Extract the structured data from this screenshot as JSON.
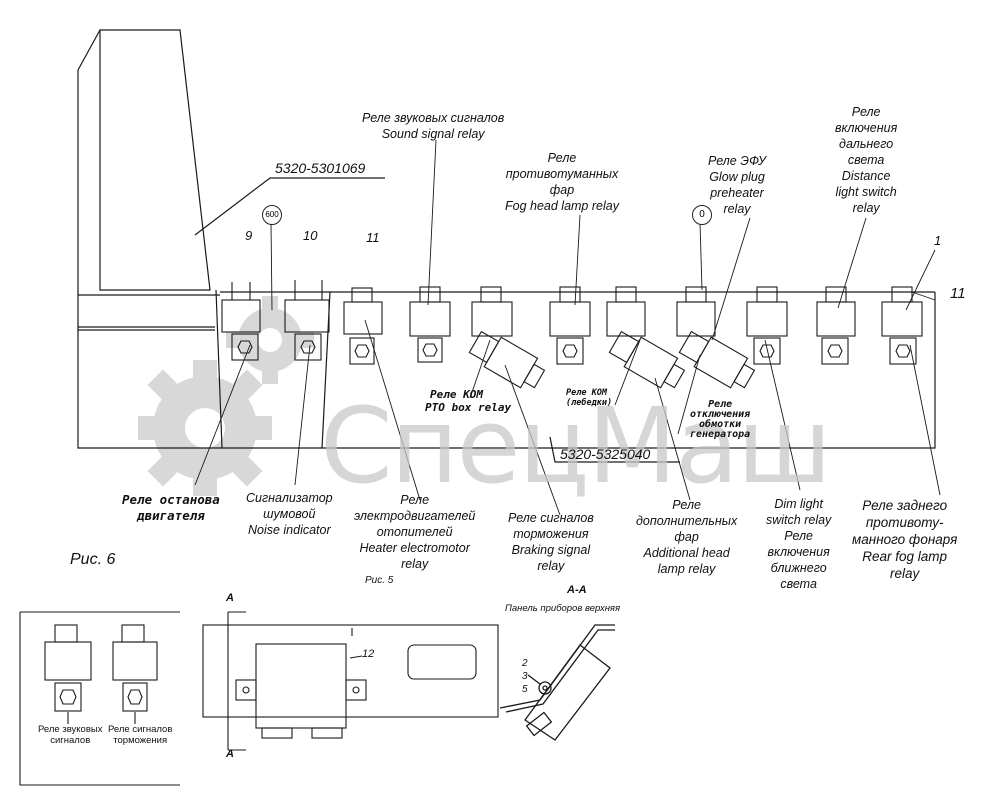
{
  "watermark": "СпецМаш",
  "part_numbers": {
    "panel": "5320-5301069",
    "bracket": "5320-5325040"
  },
  "circles": {
    "c600": "600",
    "c0": "0"
  },
  "numbers": {
    "n9": "9",
    "n10": "10",
    "n11a": "11",
    "n1": "1",
    "n11b": "11",
    "n12": "12",
    "sec_a_top": "A",
    "sec_a_bottom": "A",
    "n235": [
      "2",
      "3",
      "5"
    ]
  },
  "labels": {
    "sound": [
      "Реле звуковых сигналов",
      "Sound signal relay"
    ],
    "fog": [
      "Реле",
      "противотуманных",
      "фар",
      "Fog head lamp relay"
    ],
    "glow": [
      "Реле ЭФУ",
      "Glow plug",
      "preheater",
      "relay"
    ],
    "distance": [
      "Реле",
      "включения",
      "дальнего",
      "света",
      "Distance",
      "light switch",
      "relay"
    ],
    "engine_stop": [
      "Реле останова",
      "двигателя"
    ],
    "noise": [
      "Сигнализатор",
      "шумовой",
      "Noise indicator"
    ],
    "heater": [
      "Реле",
      "электродвигателей",
      "отопителей",
      "Heater electromotor",
      "relay"
    ],
    "braking": [
      "Реле сигналов",
      "торможения",
      "Braking signal",
      "relay"
    ],
    "additional": [
      "Реле",
      "дополнительных",
      "фар",
      "Additional head",
      "lamp relay"
    ],
    "dim": [
      "Dim light",
      "switch relay",
      "Реле",
      "включения",
      "ближнего",
      "света"
    ],
    "rear_fog": [
      "Реле заднего",
      "противоту-",
      "манного фонаря",
      "Rear fog lamp",
      "relay"
    ],
    "pto": [
      "Реле КОМ",
      "PTO box relay"
    ],
    "winch": [
      "Реле КОМ",
      "(лебедки)"
    ],
    "gen": [
      "Реле",
      "отключения",
      "обмотки",
      "генератора"
    ]
  },
  "captions": {
    "fig6": "Рис. 6",
    "fig5": "Рис. 5",
    "section": "А-А",
    "panel_upper": "Панель приборов верхняя"
  },
  "inset_labels": {
    "sound": [
      "Реле звуковых",
      "сигналов"
    ],
    "braking": [
      "Реле сигналов",
      "торможения"
    ]
  }
}
